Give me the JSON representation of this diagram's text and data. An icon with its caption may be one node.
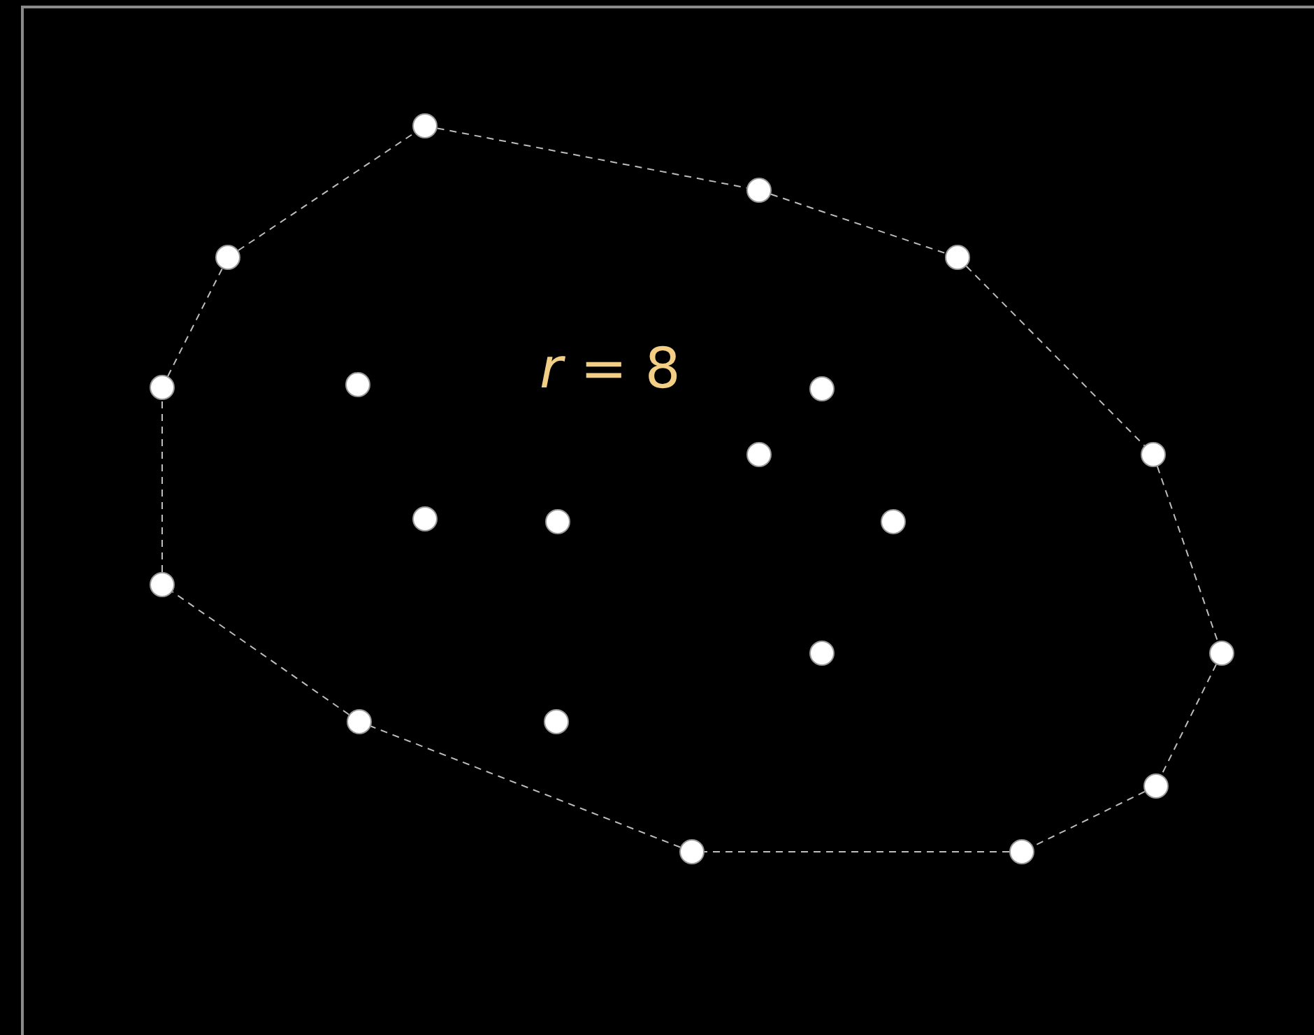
{
  "diagram": {
    "nodes": [
      {
        "text": [],
        "shape": "circle"
      },
      {
        "text": [],
        "shape": "circle"
      },
      {
        "text": [],
        "shape": "circle"
      },
      {
        "text": [],
        "shape": "circle"
      },
      {
        "text": [],
        "shape": "circle"
      },
      {
        "text": [],
        "shape": "circle"
      },
      {
        "text": [],
        "shape": "circle"
      },
      {
        "text": [],
        "shape": "circle"
      },
      {
        "text": [],
        "shape": "circle"
      },
      {
        "text": [],
        "shape": "circle"
      },
      {
        "text": [],
        "shape": "circle"
      },
      {
        "text": [],
        "shape": "circle"
      },
      {
        "text": [],
        "shape": "circle"
      },
      {
        "text": [],
        "shape": "circle"
      },
      {
        "text": [],
        "shape": "circle"
      },
      {
        "text": [],
        "shape": "circle"
      },
      {
        "text": [],
        "shape": "circle"
      },
      {
        "text": [],
        "shape": "circle"
      },
      {
        "text": [],
        "shape": "circle"
      },
      {
        "text": [],
        "shape": "circle"
      }
    ],
    "edges": [
      {
        "from": 0,
        "to": 1,
        "arrow": "none",
        "style": "dashed"
      },
      {
        "from": 1,
        "to": 3,
        "arrow": "none",
        "style": "dashed"
      },
      {
        "from": 3,
        "to": 8,
        "arrow": "none",
        "style": "dashed"
      },
      {
        "from": 8,
        "to": 14,
        "arrow": "none",
        "style": "dashed"
      },
      {
        "from": 14,
        "to": 17,
        "arrow": "none",
        "style": "dashed"
      },
      {
        "from": 17,
        "to": 19,
        "arrow": "none",
        "style": "dashed"
      },
      {
        "from": 19,
        "to": 18,
        "arrow": "none",
        "style": "dashed"
      },
      {
        "from": 18,
        "to": 15,
        "arrow": "none",
        "style": "dashed"
      },
      {
        "from": 15,
        "to": 12,
        "arrow": "none",
        "style": "dashed"
      },
      {
        "from": 12,
        "to": 5,
        "arrow": "none",
        "style": "dashed"
      },
      {
        "from": 5,
        "to": 2,
        "arrow": "none",
        "style": "dashed"
      },
      {
        "from": 2,
        "to": 0,
        "arrow": "none",
        "style": "dashed"
      }
    ],
    "labels": [
      "*r* = 8"
    ]
  }
}
